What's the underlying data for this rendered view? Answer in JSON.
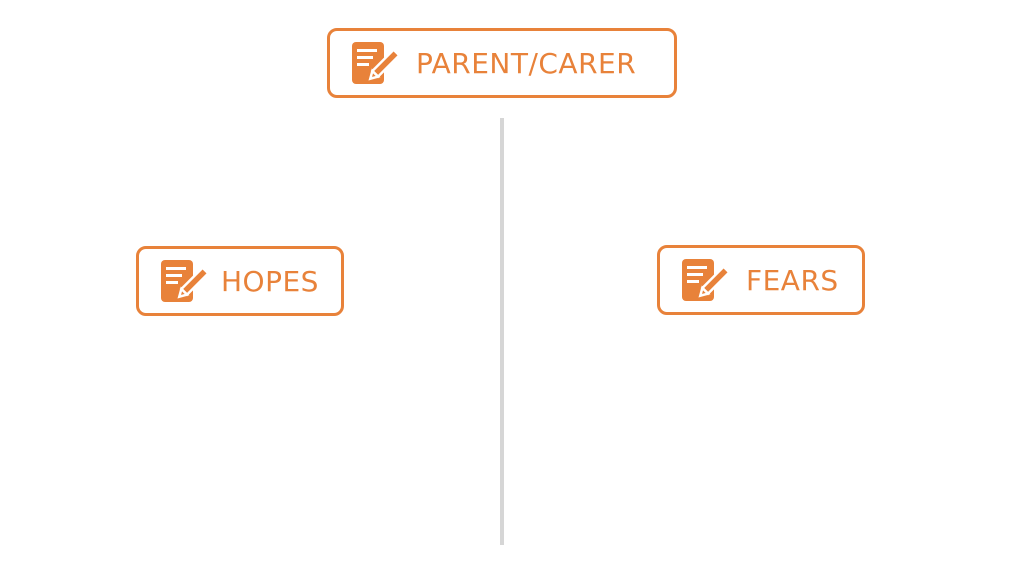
{
  "colors": {
    "accent": "#e8823a",
    "divider": "#d6d6d6",
    "background": "#ffffff"
  },
  "boxes": {
    "top": {
      "label": "PARENT/CARER",
      "icon": "notepad-pencil-icon"
    },
    "left": {
      "label": "HOPES",
      "icon": "notepad-pencil-icon"
    },
    "right": {
      "label": "FEARS",
      "icon": "notepad-pencil-icon"
    }
  }
}
